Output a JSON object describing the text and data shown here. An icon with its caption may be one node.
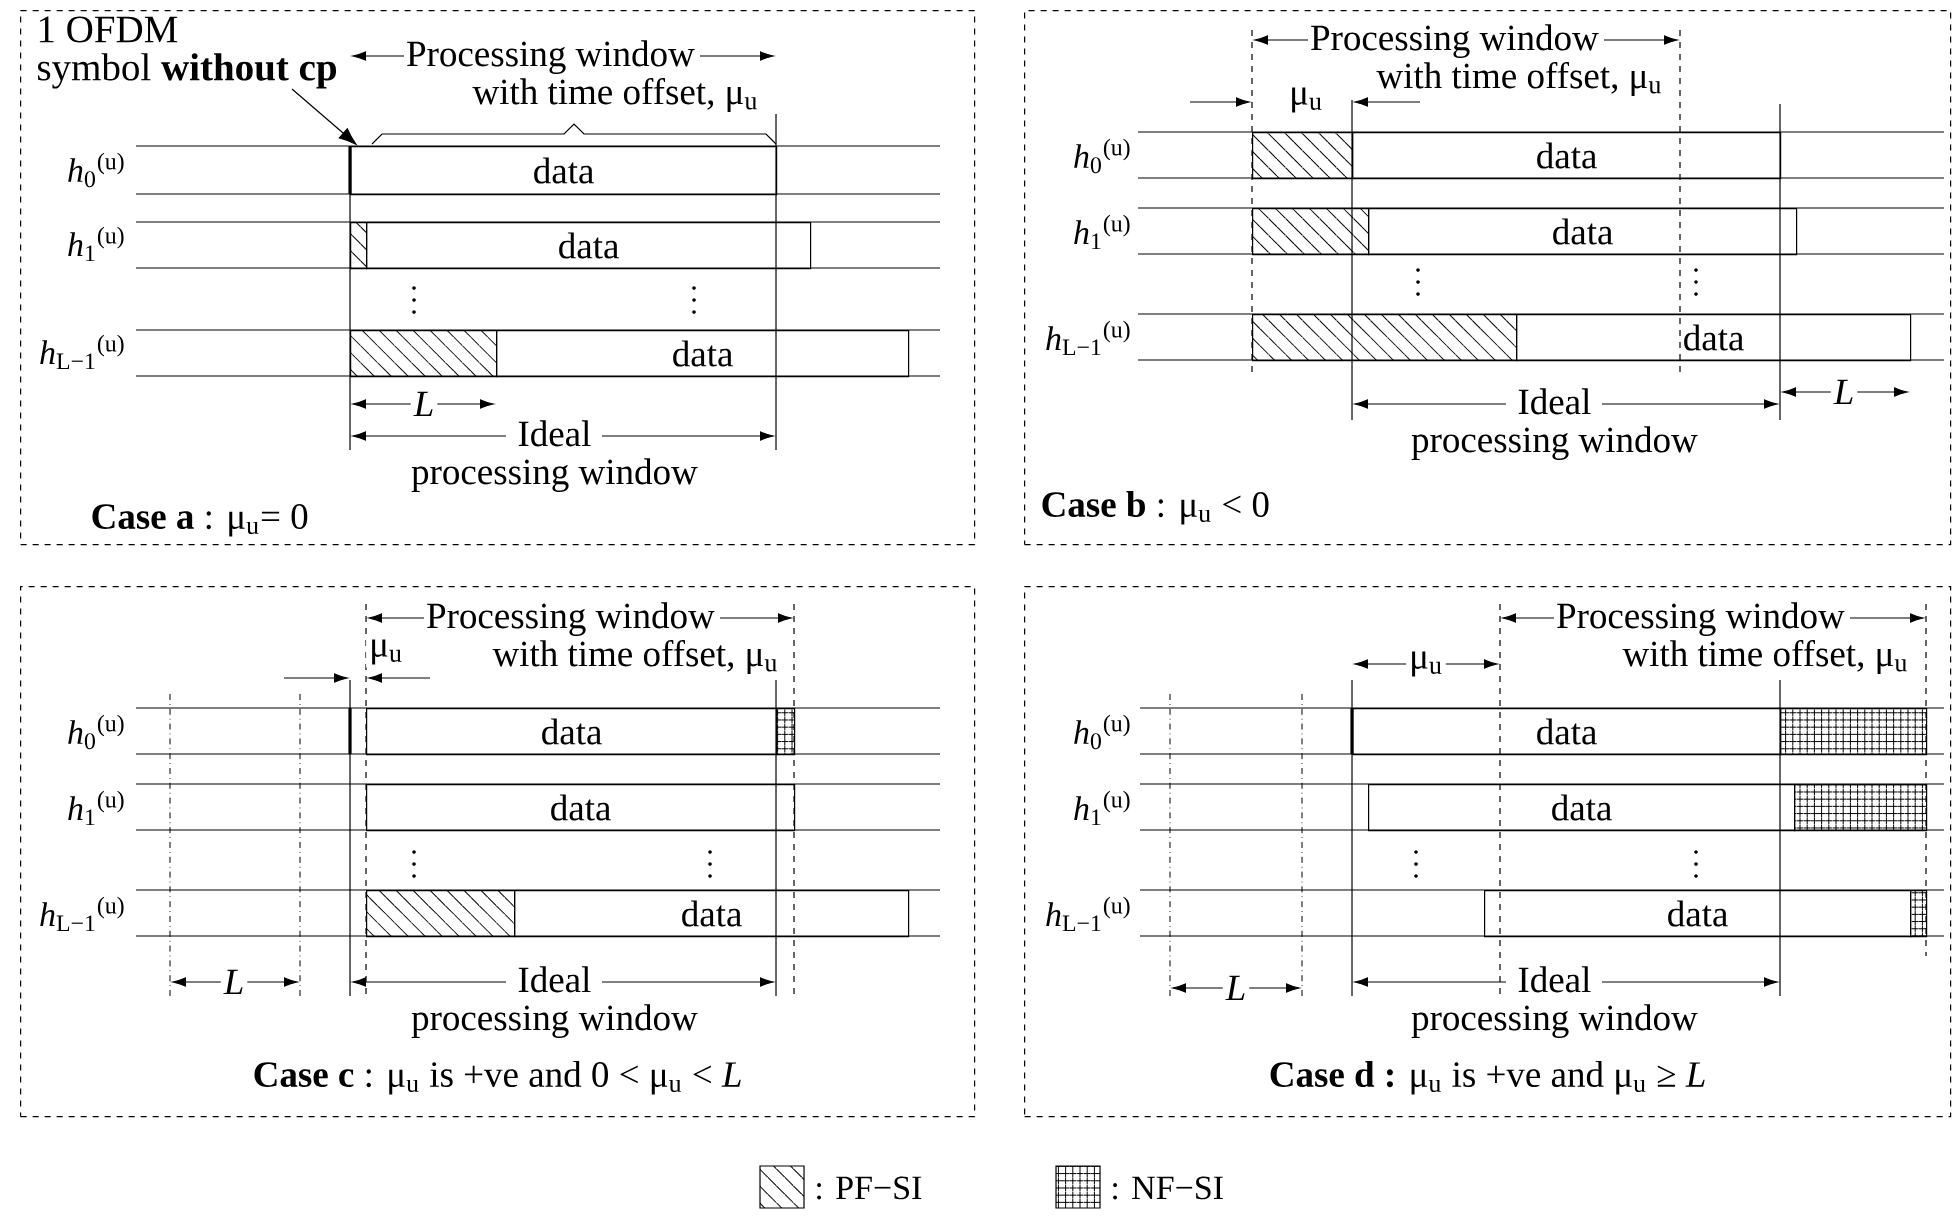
{
  "diagram": {
    "nodes": [
      {
        "text": [
          "**Case a** : μ$_{u}$= 0"
        ]
      },
      {
        "text": [
          "1 OFDM symbol **without cp**"
        ],
        "in": 0
      },
      {
        "text": [
          "data"
        ],
        "in": 0
      },
      {
        "text": [],
        "shape": "box",
        "in": 0
      },
      {
        "text": [
          "data"
        ],
        "in": 0
      },
      {
        "text": [],
        "shape": "box",
        "in": 0
      },
      {
        "text": [
          "data"
        ],
        "in": 0
      },
      {
        "text": [
          "**Case b** : μ$_{u}$ < 0"
        ]
      },
      {
        "text": [],
        "shape": "box",
        "in": 7
      },
      {
        "text": [
          "data"
        ],
        "in": 7
      },
      {
        "text": [],
        "shape": "box",
        "in": 7
      },
      {
        "text": [
          "data"
        ],
        "in": 7
      },
      {
        "text": [],
        "shape": "box",
        "in": 7
      },
      {
        "text": [
          "data"
        ],
        "in": 7
      },
      {
        "text": [
          "**Case c** : μ$_{u}$ is +ve and 0 < μ$_{u}$ < *L*"
        ]
      },
      {
        "text": [
          "data"
        ],
        "in": 14
      },
      {
        "text": [],
        "shape": "box",
        "in": 14
      },
      {
        "text": [
          "data"
        ],
        "in": 14
      },
      {
        "text": [],
        "shape": "box",
        "in": 14
      },
      {
        "text": [
          "data"
        ],
        "in": 14
      },
      {
        "text": [
          "**Case d :** μ$_{u}$ is +ve and μ$_{u}$ ≥ *L*"
        ]
      },
      {
        "text": [
          "data"
        ],
        "in": 20
      },
      {
        "text": [],
        "shape": "box",
        "in": 20
      },
      {
        "text": [
          "data"
        ],
        "in": 20
      },
      {
        "text": [],
        "shape": "box",
        "in": 20
      },
      {
        "text": [
          "data"
        ],
        "in": 20
      },
      {
        "text": [],
        "shape": "box",
        "in": 20
      }
    ],
    "edges": [
      {
        "from": 1,
        "to": 2,
        "arrow": "to"
      }
    ],
    "labels": [
      "Processing window with time offset, μ$_{u}$",
      "*h*$_{0}$$^{(u)}$",
      "*h*$_{1}$$^{(u)}$",
      "*h*$_{L−1}$$^{(u)}$",
      "L",
      "Ideal processing window",
      "Processing window with time offset, μ$_{u}$",
      "μ$_{u}$",
      "*h*$_{0}$$^{(u)}$",
      "*h*$_{1}$$^{(u)}$",
      "*h*$_{L−1}$$^{(u)}$",
      "L",
      "Ideal processing window",
      "Processing window with time offset, μ$_{u}$",
      "μ$_{u}$",
      "*h*$_{0}$$^{(u)}$",
      "*h*$_{1}$$^{(u)}$",
      "*h*$_{L−1}$$^{(u)}$",
      "L",
      "Ideal processing window",
      "Processing window with time offset, μ$_{u}$",
      "μ$_{u}$",
      "*h*$_{0}$$^{(u)}$",
      "*h*$_{1}$$^{(u)}$",
      "*h*$_{L−1}$$^{(u)}$",
      "L",
      "Ideal processing window"
    ],
    "legend": [
      {
        "text": ": PF−SI"
      },
      {
        "text": ": NF−SI"
      }
    ]
  }
}
